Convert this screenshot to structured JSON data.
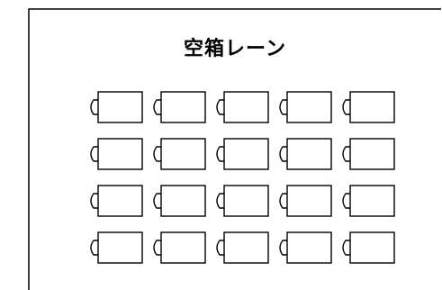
{
  "panel": {
    "title": "空箱レーン"
  },
  "grid": {
    "rows": 4,
    "columns": 5,
    "item": "empty-box"
  },
  "colors": {
    "stroke": "#000000",
    "background": "#ffffff"
  }
}
